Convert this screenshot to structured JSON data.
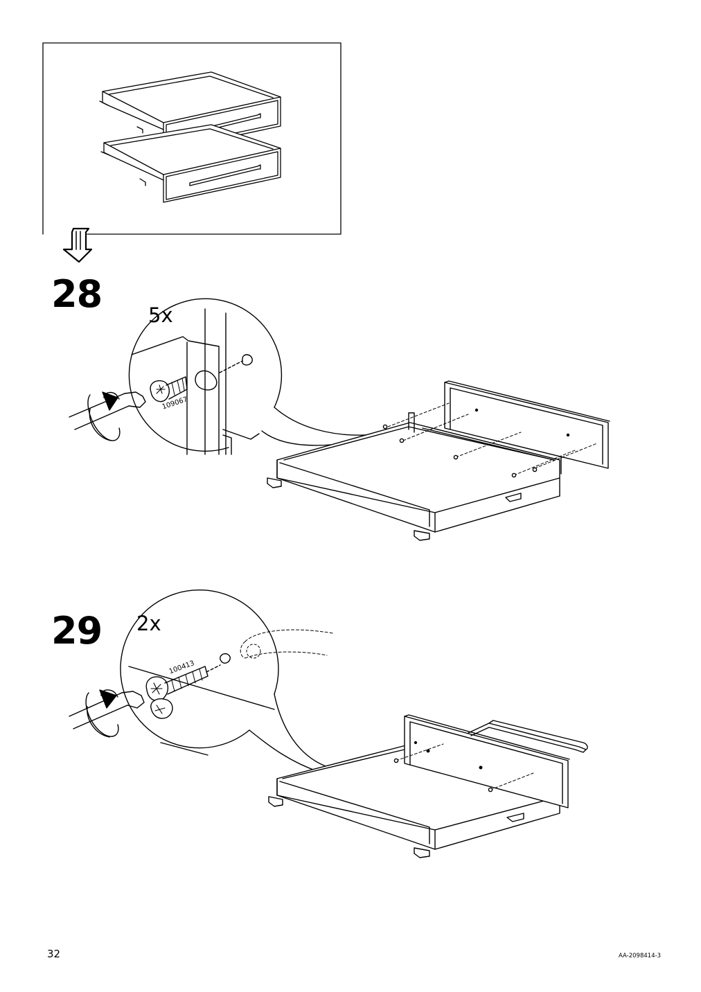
{
  "steps": [
    {
      "number": "28",
      "quantity": "5x",
      "part_code": "109067"
    },
    {
      "number": "29",
      "quantity": "2x",
      "part_code": "100413"
    }
  ],
  "footer": {
    "page_number": "32",
    "document_code": "AA-2098414-3"
  },
  "colors": {
    "ink": "#000000",
    "paper": "#ffffff"
  }
}
